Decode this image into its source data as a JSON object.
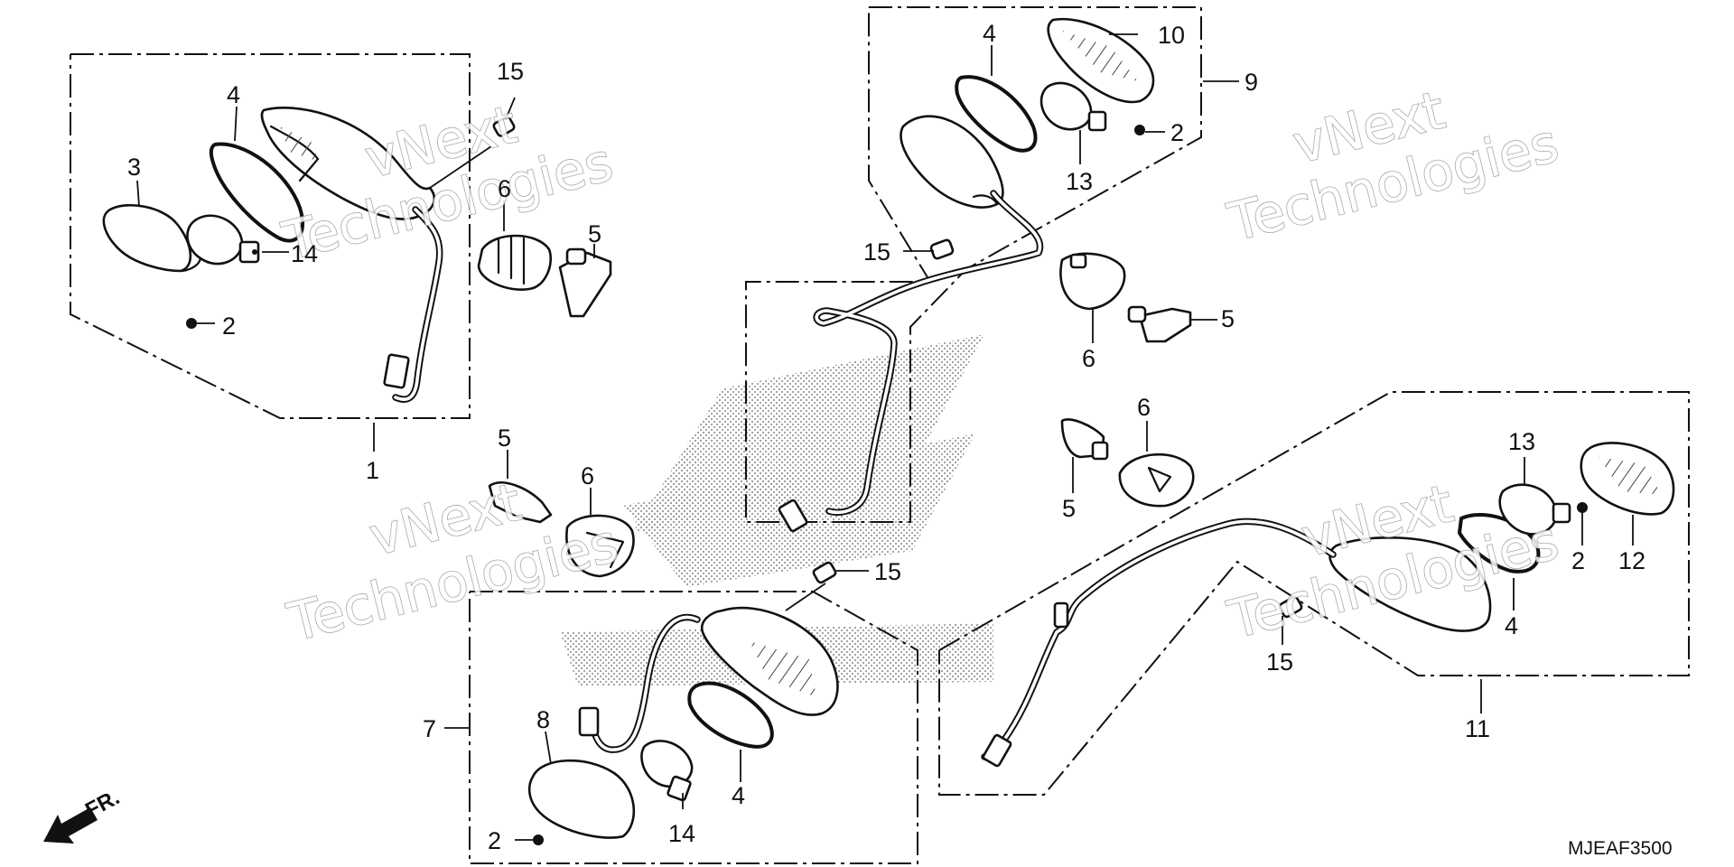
{
  "diagram": {
    "code": "MJEAF3500",
    "front_marker": "FR.",
    "watermark": {
      "line1": "vNext",
      "line2": "Technologies"
    },
    "callouts": {
      "c1": "1",
      "c2": "2",
      "c3": "3",
      "c4": "4",
      "c5": "5",
      "c6": "6",
      "c7": "7",
      "c8": "8",
      "c9": "9",
      "c10": "10",
      "c11": "11",
      "c12": "12",
      "c13": "13",
      "c14": "14",
      "c15": "15"
    }
  }
}
